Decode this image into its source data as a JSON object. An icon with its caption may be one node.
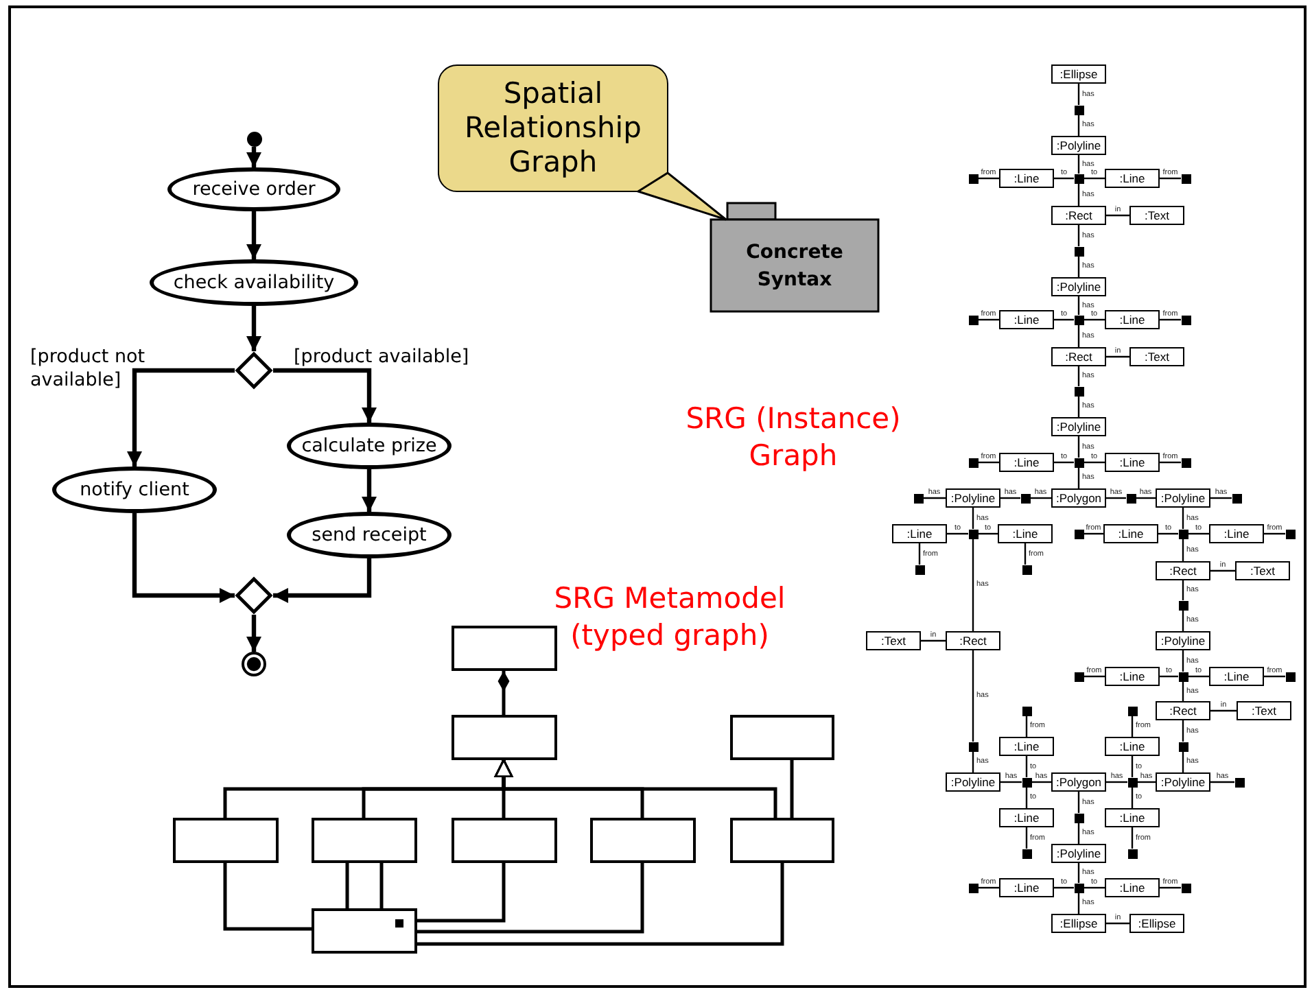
{
  "diagram": {
    "nodes": [
      {
        "text": [],
        "shape": "circle"
      },
      {
        "text": [
          "receive order"
        ]
      },
      {
        "text": [
          "check availability"
        ]
      },
      {
        "text": [],
        "shape": "diamond"
      },
      {
        "text": [
          "notify client"
        ]
      },
      {
        "text": [
          "calculate prize"
        ]
      },
      {
        "text": [
          "send receipt"
        ]
      },
      {
        "text": [],
        "shape": "diamond"
      },
      {
        "text": [],
        "shape": "circle"
      },
      {
        "text": [
          "Spatial Relationship Graph"
        ]
      },
      {
        "text": [
          "Concrete Syntax"
        ]
      },
      {
        "text": [],
        "shape": "box"
      },
      {
        "text": [],
        "shape": "box"
      },
      {
        "text": [],
        "shape": "box"
      },
      {
        "text": [],
        "shape": "box"
      },
      {
        "text": [],
        "shape": "box"
      },
      {
        "text": [],
        "shape": "box"
      },
      {
        "text": [],
        "shape": "box"
      },
      {
        "text": [],
        "shape": "box"
      },
      {
        "text": [],
        "shape": "box"
      },
      {
        "text": [
          ":Ellipse"
        ]
      },
      {
        "text": [],
        "shape": "square"
      },
      {
        "text": [
          ":Polyline"
        ]
      },
      {
        "text": [],
        "shape": "square"
      },
      {
        "text": [
          ":Line"
        ]
      },
      {
        "text": [],
        "shape": "square"
      },
      {
        "text": [
          ":Line"
        ]
      },
      {
        "text": [],
        "shape": "square"
      },
      {
        "text": [
          ":Rect"
        ]
      },
      {
        "text": [
          ":Text"
        ]
      },
      {
        "text": [],
        "shape": "square"
      },
      {
        "text": [
          ":Polyline"
        ]
      },
      {
        "text": [],
        "shape": "square"
      },
      {
        "text": [
          ":Line"
        ]
      },
      {
        "text": [],
        "shape": "square"
      },
      {
        "text": [
          ":Line"
        ]
      },
      {
        "text": [],
        "shape": "square"
      },
      {
        "text": [
          ":Rect"
        ]
      },
      {
        "text": [
          ":Text"
        ]
      },
      {
        "text": [],
        "shape": "square"
      },
      {
        "text": [
          ":Polyline"
        ]
      },
      {
        "text": [],
        "shape": "square"
      },
      {
        "text": [
          ":Line"
        ]
      },
      {
        "text": [],
        "shape": "square"
      },
      {
        "text": [
          ":Line"
        ]
      },
      {
        "text": [],
        "shape": "square"
      },
      {
        "text": [],
        "shape": "square"
      },
      {
        "text": [
          ":Polyline"
        ]
      },
      {
        "text": [],
        "shape": "square"
      },
      {
        "text": [
          ":Polygon"
        ]
      },
      {
        "text": [],
        "shape": "square"
      },
      {
        "text": [
          ":Polyline"
        ]
      },
      {
        "text": [],
        "shape": "square"
      },
      {
        "text": [
          ":Line"
        ]
      },
      {
        "text": [],
        "shape": "square"
      },
      {
        "text": [
          ":Line"
        ]
      },
      {
        "text": [],
        "shape": "square"
      },
      {
        "text": [
          ":Line"
        ]
      },
      {
        "text": [],
        "shape": "square"
      },
      {
        "text": [
          ":Line"
        ]
      },
      {
        "text": [],
        "shape": "square"
      },
      {
        "text": [],
        "shape": "square"
      },
      {
        "text": [],
        "shape": "square"
      },
      {
        "text": [
          ":Rect"
        ]
      },
      {
        "text": [
          ":Text"
        ]
      },
      {
        "text": [],
        "shape": "square"
      },
      {
        "text": [
          ":Text"
        ]
      },
      {
        "text": [
          ":Rect"
        ]
      },
      {
        "text": [
          ":Polyline"
        ]
      },
      {
        "text": [],
        "shape": "square"
      },
      {
        "text": [
          ":Line"
        ]
      },
      {
        "text": [],
        "shape": "square"
      },
      {
        "text": [
          ":Line"
        ]
      },
      {
        "text": [],
        "shape": "square"
      },
      {
        "text": [],
        "shape": "square"
      },
      {
        "text": [],
        "shape": "square"
      },
      {
        "text": [
          ":Rect"
        ]
      },
      {
        "text": [
          ":Text"
        ]
      },
      {
        "text": [
          ":Line"
        ]
      },
      {
        "text": [
          ":Line"
        ]
      },
      {
        "text": [],
        "shape": "square"
      },
      {
        "text": [],
        "shape": "square"
      },
      {
        "text": [
          ":Polyline"
        ]
      },
      {
        "text": [],
        "shape": "square"
      },
      {
        "text": [
          ":Polygon"
        ]
      },
      {
        "text": [],
        "shape": "square"
      },
      {
        "text": [
          ":Polyline"
        ]
      },
      {
        "text": [],
        "shape": "square"
      },
      {
        "text": [
          ":Line"
        ]
      },
      {
        "text": [],
        "shape": "square"
      },
      {
        "text": [
          ":Line"
        ]
      },
      {
        "text": [],
        "shape": "square"
      },
      {
        "text": [
          ":Polyline"
        ]
      },
      {
        "text": [],
        "shape": "square"
      },
      {
        "text": [],
        "shape": "square"
      },
      {
        "text": [
          ":Line"
        ]
      },
      {
        "text": [],
        "shape": "square"
      },
      {
        "text": [
          ":Line"
        ]
      },
      {
        "text": [],
        "shape": "square"
      },
      {
        "text": [
          ":Ellipse"
        ]
      },
      {
        "text": [
          ":Ellipse"
        ]
      }
    ],
    "edges": [
      {
        "from": 0,
        "to": 1,
        "arrow": "to",
        "style": "thick"
      },
      {
        "from": 1,
        "to": 2,
        "arrow": "to",
        "style": "thick"
      },
      {
        "from": 2,
        "to": 3,
        "arrow": "to",
        "style": "thick"
      },
      {
        "from": 3,
        "to": 4,
        "label": "[product not available]",
        "arrow": "to",
        "style": "thick"
      },
      {
        "from": 3,
        "to": 5,
        "label": "[product available]",
        "arrow": "to",
        "style": "thick"
      },
      {
        "from": 5,
        "to": 6,
        "arrow": "to",
        "style": "thick"
      },
      {
        "from": 4,
        "to": 7,
        "arrow": "to",
        "style": "thick"
      },
      {
        "from": 6,
        "to": 7,
        "arrow": "to",
        "style": "thick"
      },
      {
        "from": 7,
        "to": 8,
        "arrow": "to",
        "style": "thick"
      },
      {
        "from": 9,
        "to": 10,
        "arrow": "none"
      },
      {
        "from": 12,
        "to": 11,
        "arrow": "other"
      },
      {
        "from": 14,
        "to": 12,
        "arrow": "to"
      },
      {
        "from": 15,
        "to": 12,
        "arrow": "to"
      },
      {
        "from": 16,
        "to": 12,
        "arrow": "to"
      },
      {
        "from": 17,
        "to": 12,
        "arrow": "to"
      },
      {
        "from": 18,
        "to": 12,
        "arrow": "to"
      },
      {
        "from": 13,
        "to": 18,
        "arrow": "none"
      },
      {
        "from": 14,
        "to": 19,
        "arrow": "none"
      },
      {
        "from": 15,
        "to": 19,
        "arrow": "none"
      },
      {
        "from": 15,
        "to": 19,
        "arrow": "none"
      },
      {
        "from": 16,
        "to": 19,
        "arrow": "none"
      },
      {
        "from": 17,
        "to": 19,
        "arrow": "none"
      },
      {
        "from": 18,
        "to": 19,
        "arrow": "none"
      },
      {
        "from": 20,
        "to": 21,
        "label": "has",
        "arrow": "none"
      },
      {
        "from": 21,
        "to": 22,
        "label": "has",
        "arrow": "none"
      },
      {
        "from": 22,
        "to": 25,
        "label": "has",
        "arrow": "none"
      },
      {
        "from": 24,
        "to": 25,
        "label": "to",
        "arrow": "none"
      },
      {
        "from": 26,
        "to": 25,
        "label": "to",
        "arrow": "none"
      },
      {
        "from": 24,
        "to": 23,
        "label": "from",
        "arrow": "none"
      },
      {
        "from": 26,
        "to": 27,
        "label": "from",
        "arrow": "none"
      },
      {
        "from": 25,
        "to": 28,
        "label": "has",
        "arrow": "none"
      },
      {
        "from": 28,
        "to": 29,
        "label": "in",
        "arrow": "none"
      },
      {
        "from": 28,
        "to": 30,
        "label": "has",
        "arrow": "none"
      },
      {
        "from": 30,
        "to": 31,
        "label": "has",
        "arrow": "none"
      },
      {
        "from": 31,
        "to": 34,
        "label": "has",
        "arrow": "none"
      },
      {
        "from": 33,
        "to": 34,
        "label": "to",
        "arrow": "none"
      },
      {
        "from": 35,
        "to": 34,
        "label": "to",
        "arrow": "none"
      },
      {
        "from": 33,
        "to": 32,
        "label": "from",
        "arrow": "none"
      },
      {
        "from": 35,
        "to": 36,
        "label": "from",
        "arrow": "none"
      },
      {
        "from": 34,
        "to": 37,
        "label": "has",
        "arrow": "none"
      },
      {
        "from": 37,
        "to": 38,
        "label": "in",
        "arrow": "none"
      },
      {
        "from": 37,
        "to": 39,
        "label": "has",
        "arrow": "none"
      },
      {
        "from": 39,
        "to": 40,
        "label": "has",
        "arrow": "none"
      },
      {
        "from": 40,
        "to": 43,
        "label": "has",
        "arrow": "none"
      },
      {
        "from": 42,
        "to": 43,
        "label": "to",
        "arrow": "none"
      },
      {
        "from": 44,
        "to": 43,
        "label": "to",
        "arrow": "none"
      },
      {
        "from": 42,
        "to": 41,
        "label": "from",
        "arrow": "none"
      },
      {
        "from": 44,
        "to": 45,
        "label": "from",
        "arrow": "none"
      },
      {
        "from": 43,
        "to": 49,
        "label": "has",
        "arrow": "none"
      },
      {
        "from": 47,
        "to": 46,
        "label": "has",
        "arrow": "none"
      },
      {
        "from": 47,
        "to": 48,
        "label": "has",
        "arrow": "none"
      },
      {
        "from": 48,
        "to": 49,
        "label": "has",
        "arrow": "none"
      },
      {
        "from": 49,
        "to": 50,
        "label": "has",
        "arrow": "none"
      },
      {
        "from": 50,
        "to": 51,
        "label": "has",
        "arrow": "none"
      },
      {
        "from": 51,
        "to": 52,
        "label": "has",
        "arrow": "none"
      },
      {
        "from": 47,
        "to": 54,
        "label": "has",
        "arrow": "none"
      },
      {
        "from": 53,
        "to": 54,
        "label": "to",
        "arrow": "none"
      },
      {
        "from": 55,
        "to": 54,
        "label": "to",
        "arrow": "none"
      },
      {
        "from": 53,
        "to": 61,
        "label": "from",
        "arrow": "none"
      },
      {
        "from": 55,
        "to": 62,
        "label": "from",
        "arrow": "none"
      },
      {
        "from": 54,
        "to": 67,
        "label": "has",
        "arrow": "none"
      },
      {
        "from": 66,
        "to": 67,
        "label": "in",
        "arrow": "none"
      },
      {
        "from": 51,
        "to": 58,
        "label": "has",
        "arrow": "none"
      },
      {
        "from": 57,
        "to": 58,
        "label": "to",
        "arrow": "none"
      },
      {
        "from": 59,
        "to": 58,
        "label": "to",
        "arrow": "none"
      },
      {
        "from": 57,
        "to": 56,
        "label": "from",
        "arrow": "none"
      },
      {
        "from": 59,
        "to": 60,
        "label": "from",
        "arrow": "none"
      },
      {
        "from": 58,
        "to": 63,
        "label": "has",
        "arrow": "none"
      },
      {
        "from": 63,
        "to": 64,
        "label": "in",
        "arrow": "none"
      },
      {
        "from": 63,
        "to": 65,
        "label": "has",
        "arrow": "none"
      },
      {
        "from": 65,
        "to": 68,
        "label": "has",
        "arrow": "none"
      },
      {
        "from": 68,
        "to": 71,
        "label": "has",
        "arrow": "none"
      },
      {
        "from": 70,
        "to": 71,
        "label": "to",
        "arrow": "none"
      },
      {
        "from": 72,
        "to": 71,
        "label": "to",
        "arrow": "none"
      },
      {
        "from": 70,
        "to": 69,
        "label": "from",
        "arrow": "none"
      },
      {
        "from": 72,
        "to": 73,
        "label": "from",
        "arrow": "none"
      },
      {
        "from": 71,
        "to": 76,
        "label": "has",
        "arrow": "none"
      },
      {
        "from": 76,
        "to": 77,
        "label": "in",
        "arrow": "none"
      },
      {
        "from": 76,
        "to": 81,
        "label": "has",
        "arrow": "none"
      },
      {
        "from": 81,
        "to": 86,
        "label": "has",
        "arrow": "none"
      },
      {
        "from": 67,
        "to": 80,
        "label": "has",
        "arrow": "none"
      },
      {
        "from": 80,
        "to": 82,
        "label": "has",
        "arrow": "none"
      },
      {
        "from": 82,
        "to": 83,
        "label": "has",
        "arrow": "none"
      },
      {
        "from": 83,
        "to": 84,
        "label": "has",
        "arrow": "none"
      },
      {
        "from": 78,
        "to": 74,
        "label": "from",
        "arrow": "none"
      },
      {
        "from": 78,
        "to": 83,
        "label": "to",
        "arrow": "none"
      },
      {
        "from": 88,
        "to": 83,
        "label": "to",
        "arrow": "none"
      },
      {
        "from": 88,
        "to": 91,
        "label": "from",
        "arrow": "none"
      },
      {
        "from": 84,
        "to": 85,
        "label": "has",
        "arrow": "none"
      },
      {
        "from": 85,
        "to": 86,
        "label": "has",
        "arrow": "none"
      },
      {
        "from": 79,
        "to": 75,
        "label": "from",
        "arrow": "none"
      },
      {
        "from": 79,
        "to": 85,
        "label": "to",
        "arrow": "none"
      },
      {
        "from": 90,
        "to": 85,
        "label": "to",
        "arrow": "none"
      },
      {
        "from": 90,
        "to": 93,
        "label": "from",
        "arrow": "none"
      },
      {
        "from": 86,
        "to": 87,
        "label": "has",
        "arrow": "none"
      },
      {
        "from": 84,
        "to": 89,
        "label": "has",
        "arrow": "none"
      },
      {
        "from": 89,
        "to": 92,
        "label": "has",
        "arrow": "none"
      },
      {
        "from": 92,
        "to": 96,
        "label": "has",
        "arrow": "none"
      },
      {
        "from": 95,
        "to": 96,
        "label": "to",
        "arrow": "none"
      },
      {
        "from": 97,
        "to": 96,
        "label": "to",
        "arrow": "none"
      },
      {
        "from": 95,
        "to": 94,
        "label": "from",
        "arrow": "none"
      },
      {
        "from": 97,
        "to": 98,
        "label": "from",
        "arrow": "none"
      },
      {
        "from": 96,
        "to": 99,
        "label": "has",
        "arrow": "none"
      },
      {
        "from": 99,
        "to": 100,
        "label": "in",
        "arrow": "none"
      }
    ],
    "labels": [
      "SRG (Instance) Graph",
      "SRG Metamodel (typed graph)"
    ]
  }
}
